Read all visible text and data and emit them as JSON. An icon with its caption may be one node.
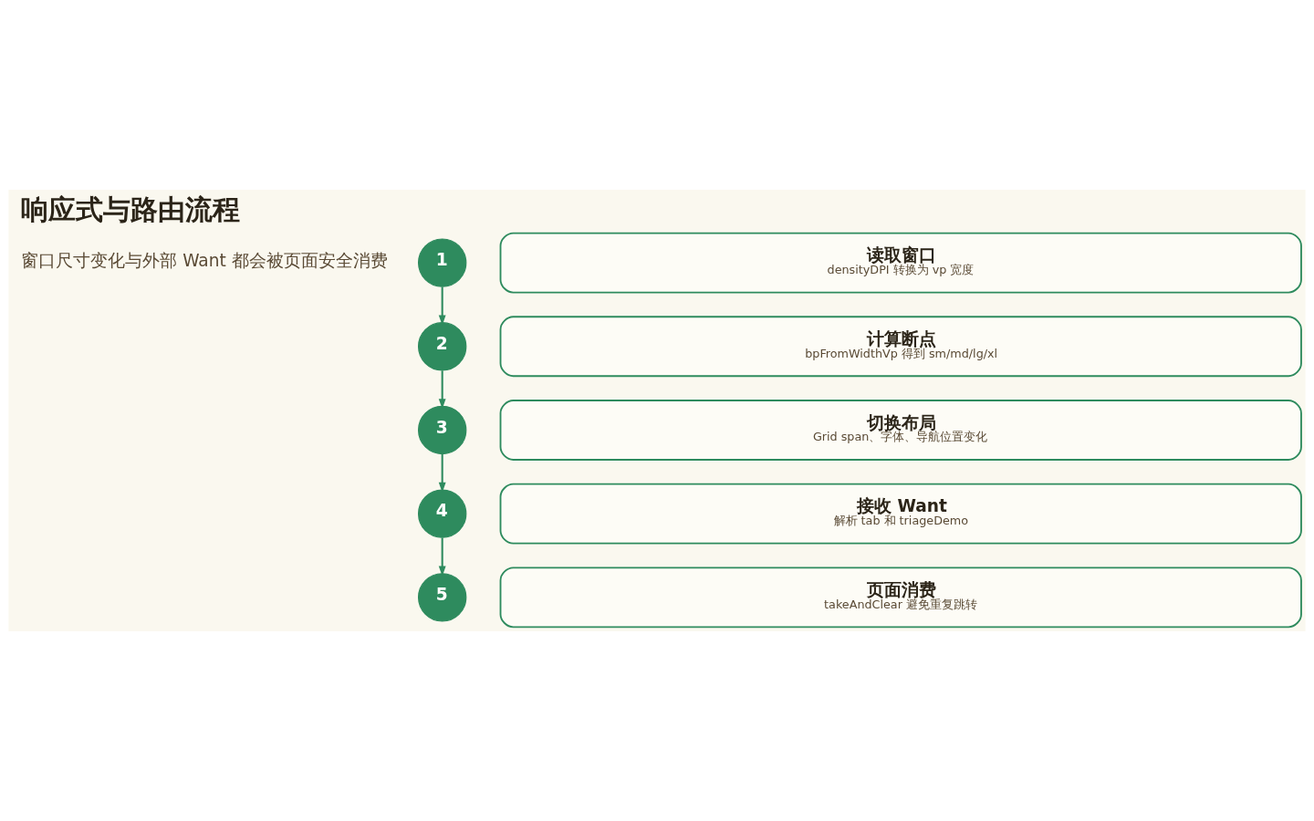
{
  "diagram": {
    "title": "响应式与路由流程",
    "nodes": [
      {
        "text": [
          "1"
        ]
      },
      {
        "text": [
          "读取窗口",
          "densityDPI 转换为 vp 宽度"
        ]
      },
      {
        "text": [
          "2"
        ]
      },
      {
        "text": [
          "计算断点",
          "bpFromWidthVp 得到 sm/md/lg/xl"
        ]
      },
      {
        "text": [
          "3"
        ]
      },
      {
        "text": [
          "切换布局",
          "Grid span、字体、导航位置变化"
        ]
      },
      {
        "text": [
          "4"
        ]
      },
      {
        "text": [
          "接收 Want",
          "解析 tab 和 triageDemo"
        ]
      },
      {
        "text": [
          "5"
        ]
      },
      {
        "text": [
          "页面消费",
          "takeAndClear 避免重复跳转"
        ]
      }
    ],
    "edges": [
      {
        "from": 0,
        "to": 2,
        "arrow": "to"
      },
      {
        "from": 2,
        "to": 4,
        "arrow": "to"
      },
      {
        "from": 4,
        "to": 6,
        "arrow": "to"
      },
      {
        "from": 6,
        "to": 8,
        "arrow": "to"
      }
    ],
    "labels": [
      "窗口尺寸变化与外部 Want 都会被页面安全消费"
    ]
  }
}
